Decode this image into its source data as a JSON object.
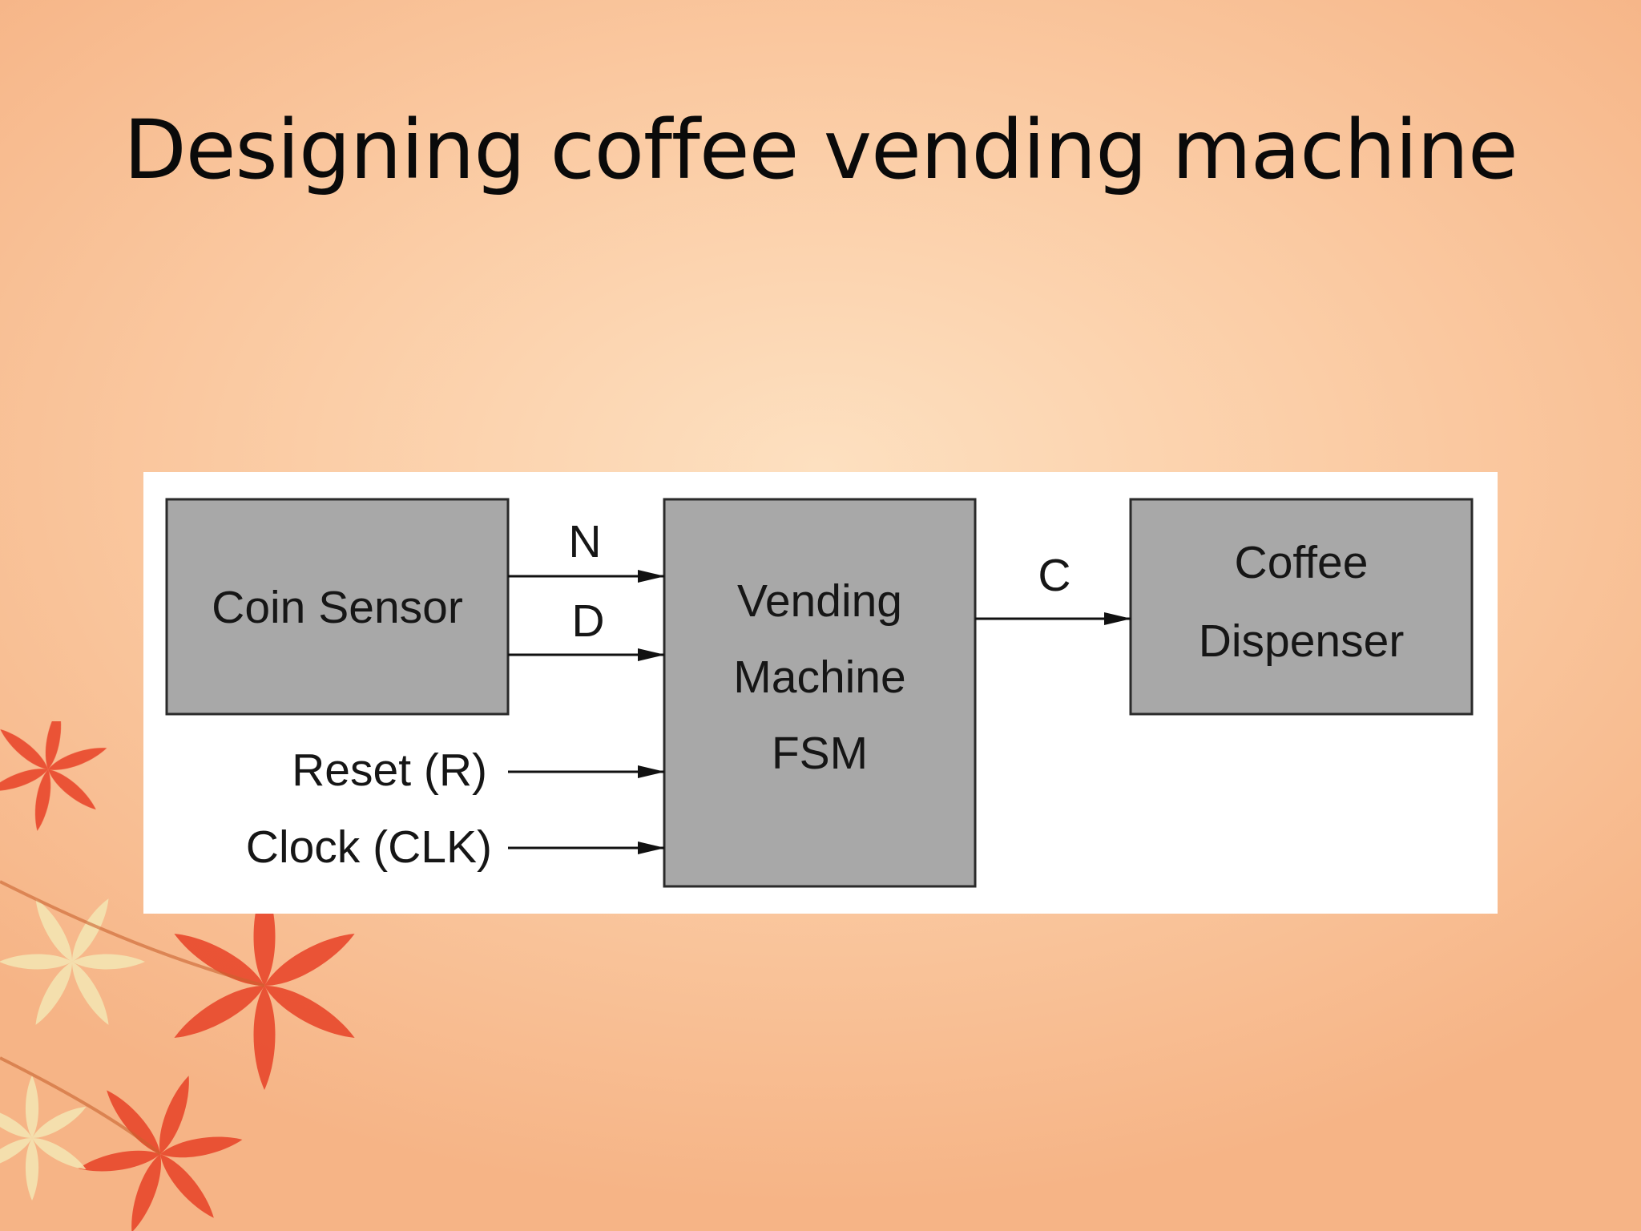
{
  "slide": {
    "title": "Designing coffee vending machine"
  },
  "diagram": {
    "blocks": {
      "coin_sensor": "Coin Sensor",
      "fsm": [
        "Vending",
        "Machine",
        "FSM"
      ],
      "dispenser": [
        "Coffee",
        "Dispenser"
      ]
    },
    "signals": {
      "nickel": "N",
      "dime": "D",
      "coffee": "C",
      "reset": "Reset (R)",
      "clock": "Clock (CLK)"
    },
    "colors": {
      "block_fill": "#a8a8a8",
      "block_stroke": "#2a2a2a",
      "panel_bg": "#ffffff"
    }
  },
  "decoration": {
    "icon": "flower-icon"
  }
}
